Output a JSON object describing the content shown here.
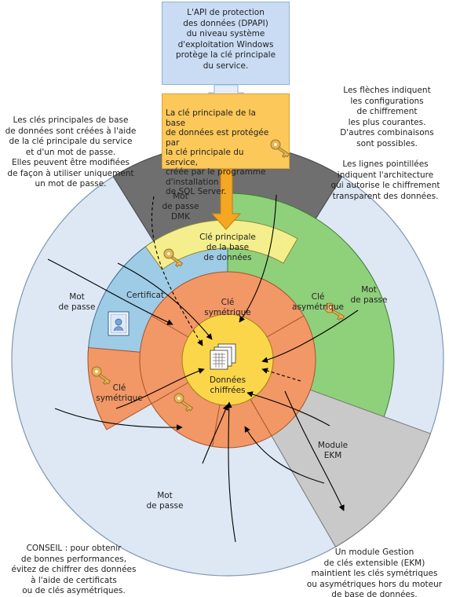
{
  "top_box": {
    "text": "L'API de protection\ndes données (DPAPI)\ndu niveau système\nd'exploitation Windows\nprotège la clé principale\ndu service."
  },
  "service_key_box": {
    "text": "La clé principale de la base\nde données est protégée par\nla clé principale du service,\ncréée par le programme\nd'installation\nde SQL Server."
  },
  "notes": {
    "top_left": "Les clés principales de base\nde données sont créées à l'aide\nde la clé principale du service\net d'un mot de passe.\nElles peuvent être modifiées\nde façon à utiliser uniquement\nun mot de passe.",
    "top_right_arrows": "Les flèches indiquent\nles configurations\nde chiffrement\nles plus courantes.\nD'autres combinaisons\nsont possibles.",
    "top_right_dotted": "Les lignes pointillées\nindiquent l'architecture\nqui autorise le chiffrement\ntransparent des données.",
    "bottom_left": "CONSEIL : pour obtenir\nde bonnes performances,\névitez de chiffrer des données\nà l'aide de certificats\nou de clés asymétriques.",
    "bottom_right": "Un module Gestion\nde clés extensible (EKM)\nmaintient les clés symétriques\nou asymétriques hors du moteur\nde base de données."
  },
  "labels": {
    "password_dmk": [
      "Mot",
      "de passe",
      "DMK"
    ],
    "database_master_key": [
      "Clé principale",
      "de la base",
      "de données"
    ],
    "certificate": [
      "Certificat"
    ],
    "asymmetric_key": [
      "Clé",
      "asymétrique"
    ],
    "inner_symmetric_key": [
      "Clé",
      "symétrique"
    ],
    "outer_symmetric_key": [
      "Clé",
      "symétrique"
    ],
    "encrypted_data": [
      "Données",
      "chiffrées"
    ],
    "password_left": [
      "Mot",
      "de passe"
    ],
    "password_right": [
      "Mot",
      "de passe"
    ],
    "password_bottom": [
      "Mot",
      "de passe"
    ],
    "ekm_module": [
      "Module",
      "EKM"
    ]
  },
  "colors": {
    "outer_ring": "#dde8f4",
    "dpapi_box": "#c9dcf4",
    "service_key_box": "#fcc859",
    "dmk_password_sector": "#6f6f6f",
    "database_master_key": "#f4ef8c",
    "certificate": "#9ecbe6",
    "asymmetric_key": "#8fd07b",
    "symmetric_key": "#f29766",
    "encrypted_data": "#fbd64a",
    "ekm_module": "#c9c9c9",
    "orange_arrow": "#f5a623",
    "key_icon": "#e4b45a"
  },
  "icons": [
    "key-icon",
    "certificate-icon",
    "encrypted-data-icon"
  ]
}
